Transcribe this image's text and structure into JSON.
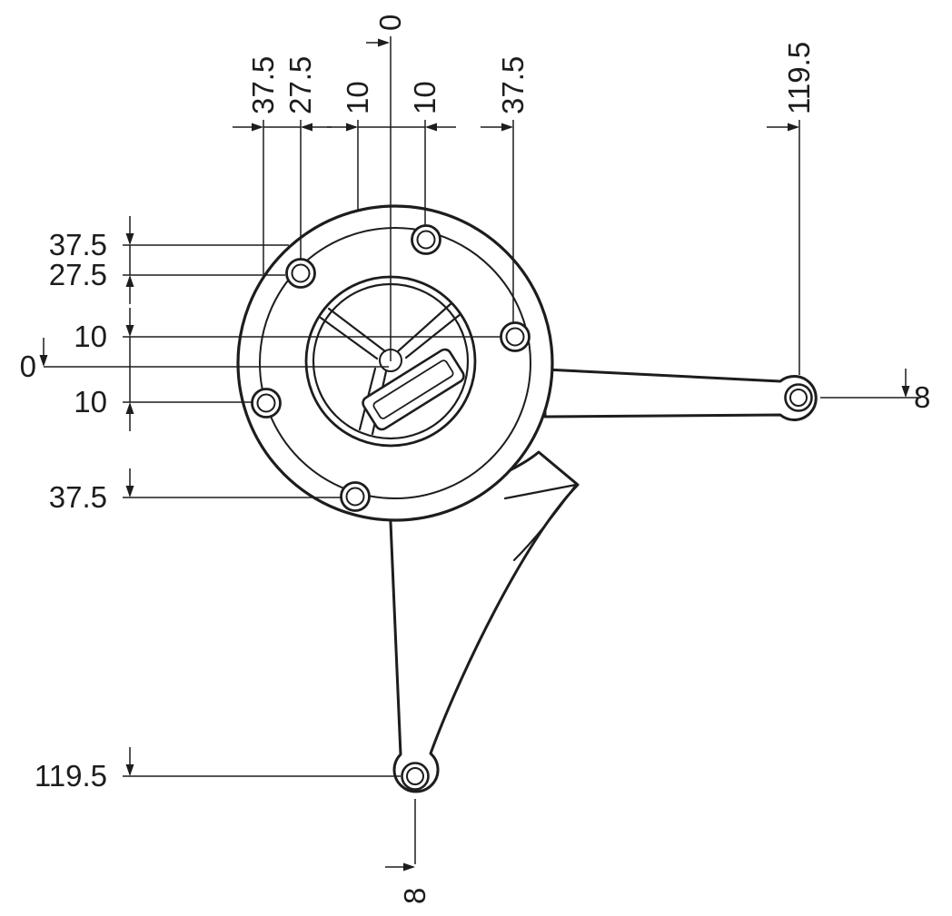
{
  "colors": {
    "ink": "#1d1d1b",
    "background": "#ffffff"
  },
  "dimensions": {
    "top": [
      {
        "label": "37.5"
      },
      {
        "label": "27.5"
      },
      {
        "label": "10"
      },
      {
        "label": "0"
      },
      {
        "label": "10"
      },
      {
        "label": "37.5"
      },
      {
        "label": "119.5"
      }
    ],
    "left": [
      {
        "label": "37.5"
      },
      {
        "label": "27.5"
      },
      {
        "label": "10"
      },
      {
        "label": "0"
      },
      {
        "label": "10"
      },
      {
        "label": "37.5"
      },
      {
        "label": "119.5"
      }
    ],
    "right": [
      {
        "label": "8"
      }
    ],
    "bottom": [
      {
        "label": "8"
      }
    ]
  }
}
